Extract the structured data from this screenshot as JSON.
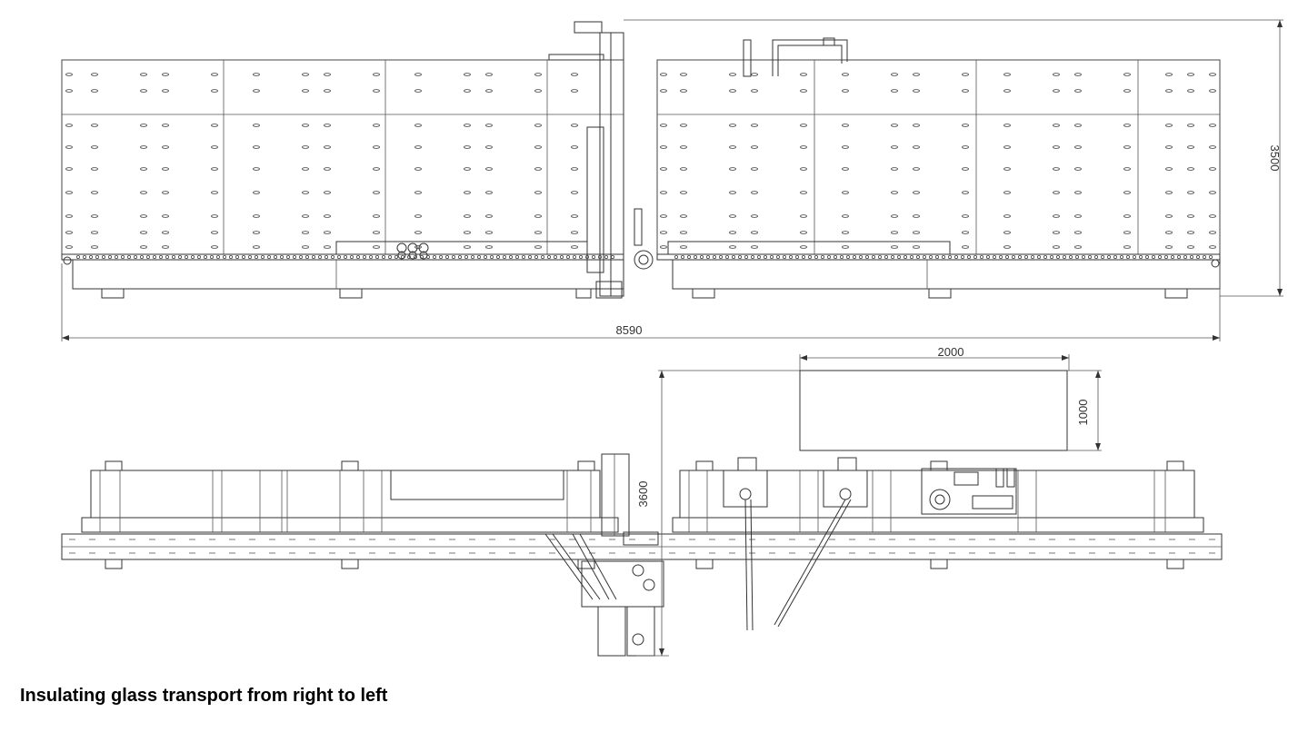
{
  "caption": "Insulating glass transport from right to left",
  "dimensions": {
    "overall_length": "8590",
    "overall_height": "3500",
    "depth": "3600",
    "box_width": "2000",
    "box_height": "1000"
  },
  "colors": {
    "line": "#333333",
    "background": "#ffffff",
    "text": "#000000"
  }
}
